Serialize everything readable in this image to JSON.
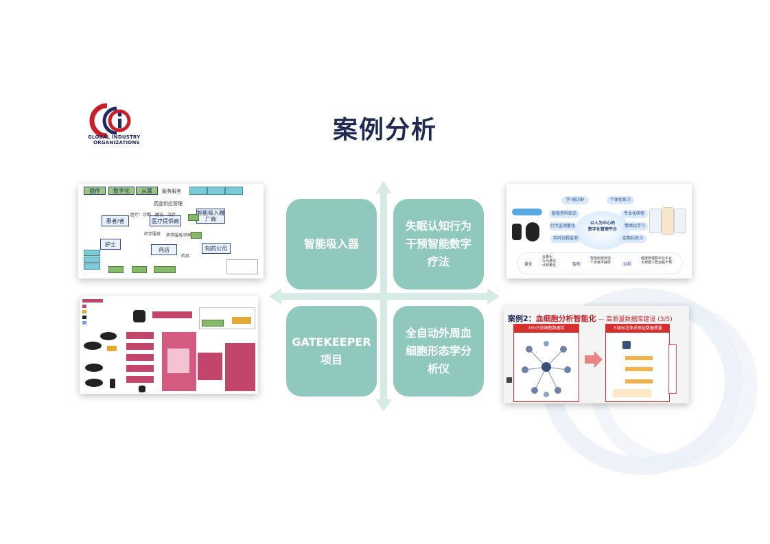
{
  "logo": {
    "line1": "GLOBAL INDUSTRY",
    "line2": "ORGANIZATIONS"
  },
  "title": "案例分析",
  "tiles": [
    {
      "label": "智能吸入器"
    },
    {
      "label": "失眠认知行为\n干预智能数字\n疗法"
    },
    {
      "label": "GATEKEEPER\n项目"
    },
    {
      "label": "全自动外周血\n细胞形态学分\n析仪"
    }
  ],
  "thumb1": {
    "tabs": [
      "插件",
      "数字化",
      "从属"
    ],
    "header": "服务服务",
    "label_top": "药品供应管理",
    "boxes": [
      "患者/者",
      "医疗提供商",
      "智能吸入器厂商",
      "护士",
      "药店",
      "制药公司"
    ],
    "notes": [
      "医疗：诊断、随访、治疗",
      "药学服务",
      "药学服务/药物相关",
      "药品"
    ]
  },
  "thumb2": {
    "center_text": "以人为中心的\n数字化管理平台",
    "pills": [
      "学-随访群",
      "个体化练习",
      "智能资料知识",
      "专业化研修",
      "行为监测量化",
      "情绪化学习",
      "实时远程监测",
      "定期化练习"
    ],
    "bottom": [
      "量化",
      "智能",
      "远程"
    ],
    "bottom_notes": [
      "云量化\n行为量化\n认知量化",
      "智能刺激反馈\n个体数字辅导",
      "健康管理数字云平台\n大规模人群远程干预"
    ]
  },
  "case2": {
    "prefix": "案例2：",
    "title": "血细胞分析智能化",
    "subtitle": " — 高质量数据库建设 (3/5)",
    "panel_left": "150万张细胞数据库",
    "panel_right": "三级标注体系保证数据质量"
  },
  "colors": {
    "tile": "#8fc9bd",
    "title": "#1f2a52",
    "accent_red": "#c8202a",
    "arrow": "#d6ebe6"
  }
}
